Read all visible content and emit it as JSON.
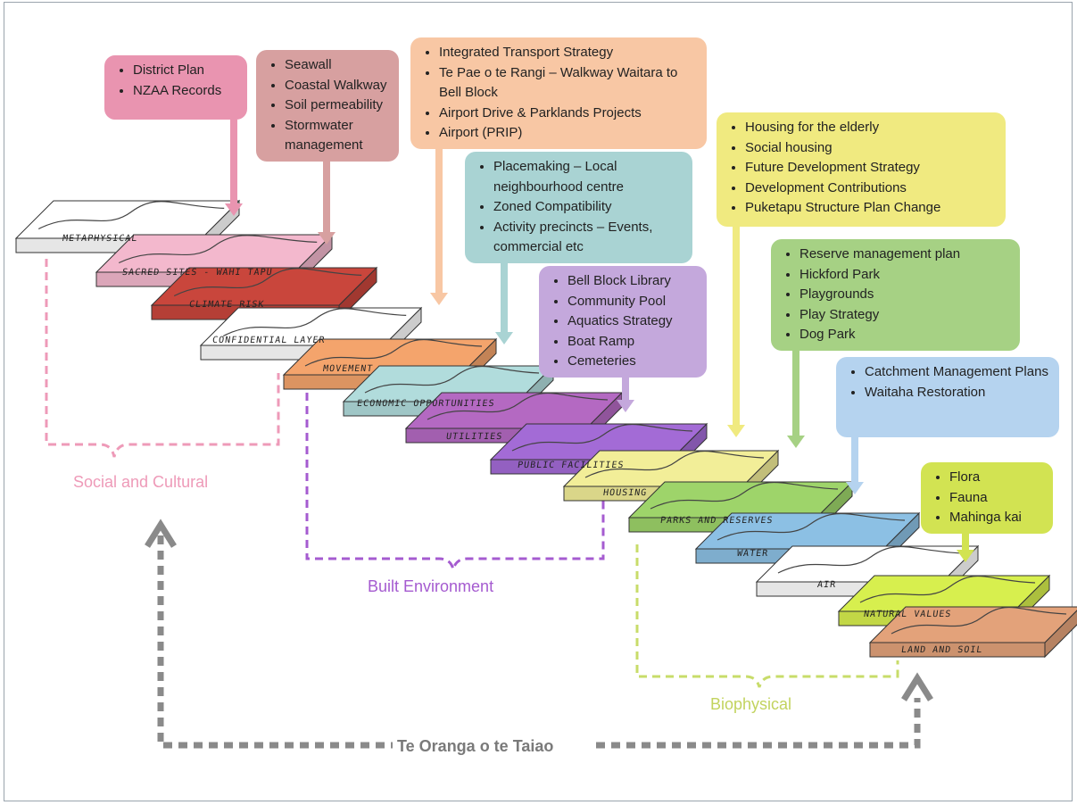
{
  "boxes": [
    {
      "id": "district",
      "color": "#e994b0",
      "items": [
        "District Plan",
        "NZAA Records"
      ]
    },
    {
      "id": "seawall",
      "color": "#d7a0a0",
      "items": [
        "Seawall",
        "Coastal Walkway",
        "Soil permeability",
        "Stormwater management"
      ]
    },
    {
      "id": "transport",
      "color": "#f8c7a4",
      "items": [
        "Integrated Transport Strategy",
        "Te Pae o te Rangi – Walkway Waitara to Bell Block",
        "Airport Drive & Parklands Projects",
        "Airport (PRIP)"
      ]
    },
    {
      "id": "placemaking",
      "color": "#a9d3d3",
      "items": [
        "Placemaking – Local neighbourhood centre",
        "Zoned Compatibility",
        "Activity precincts – Events, commercial etc"
      ]
    },
    {
      "id": "library",
      "color": "#c4a8dc",
      "items": [
        "Bell Block Library",
        "Community Pool",
        "Aquatics Strategy",
        "Boat Ramp",
        "Cemeteries"
      ]
    },
    {
      "id": "housing",
      "color": "#f0ea80",
      "items": [
        "Housing for the elderly",
        "Social housing",
        "Future Development Strategy",
        "Development Contributions",
        "Puketapu Structure Plan Change"
      ]
    },
    {
      "id": "reserve",
      "color": "#a6d184",
      "items": [
        "Reserve management plan",
        "Hickford Park",
        "Playgrounds",
        "Play Strategy",
        "Dog Park"
      ]
    },
    {
      "id": "catchment",
      "color": "#b5d3ef",
      "items": [
        "Catchment Management Plans",
        "Waitaha Restoration"
      ]
    },
    {
      "id": "flora",
      "color": "#d2e352",
      "items": [
        "Flora",
        "Fauna",
        "Mahinga kai"
      ]
    }
  ],
  "slabs": [
    {
      "label": "Metaphysical",
      "color": "#ffffff"
    },
    {
      "label": "Sacred sites - wahi tapu",
      "color": "#f3b8cd"
    },
    {
      "label": "Climate risk",
      "color": "#c9463c"
    },
    {
      "label": "Confidential layer",
      "color": "#ffffff"
    },
    {
      "label": "Movement",
      "color": "#f4a46c"
    },
    {
      "label": "Economic opportunities",
      "color": "#b1dcdc"
    },
    {
      "label": "Utilities",
      "color": "#b469c2"
    },
    {
      "label": "Public facilities",
      "color": "#a36bd6"
    },
    {
      "label": "Housing",
      "color": "#f2ee98"
    },
    {
      "label": "Parks and reserves",
      "color": "#9ed46a"
    },
    {
      "label": "Water",
      "color": "#8cc0e4"
    },
    {
      "label": "Air",
      "color": "#ffffff"
    },
    {
      "label": "Natural values",
      "color": "#d7ef4e"
    },
    {
      "label": "Land and soil",
      "color": "#e3a27a"
    }
  ],
  "groups": {
    "social": {
      "label": "Social and Cultural",
      "color": "#ee9ab8"
    },
    "built": {
      "label": "Built Environment",
      "color": "#a55bd0"
    },
    "bio": {
      "label": "Biophysical",
      "color": "#c8dc6a"
    }
  },
  "footer": {
    "label": "Te Oranga o te Taiao",
    "color": "#8a8a8a"
  }
}
